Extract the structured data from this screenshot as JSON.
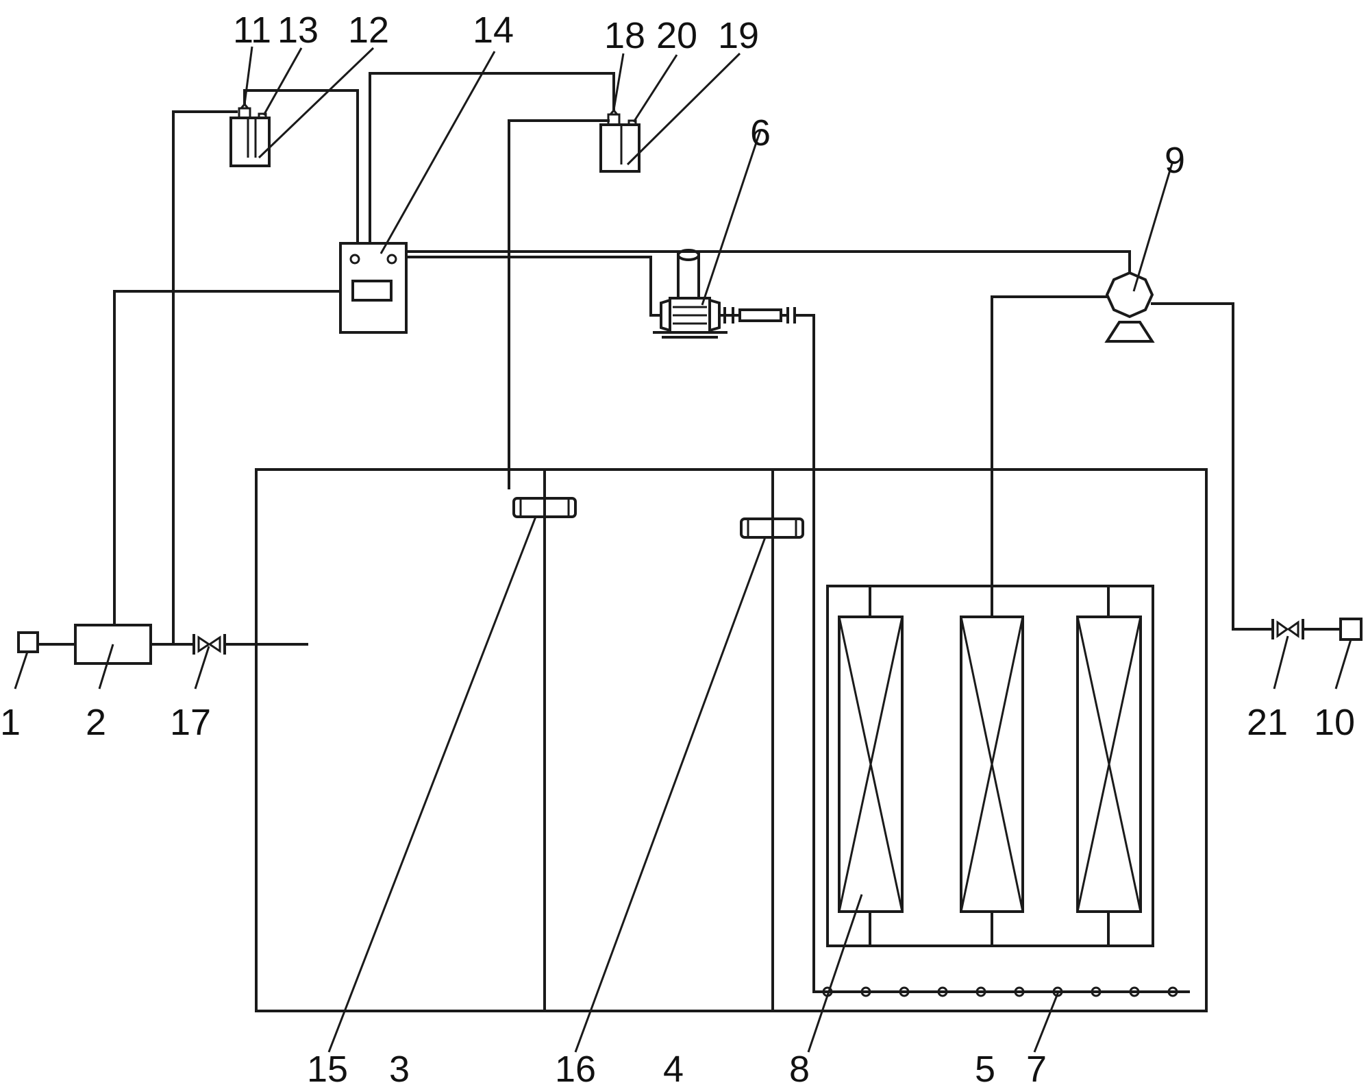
{
  "labels": {
    "l1": "1",
    "l2": "2",
    "l3": "3",
    "l4": "4",
    "l5": "5",
    "l6": "6",
    "l7": "7",
    "l8": "8",
    "l9": "9",
    "l10": "10",
    "l11": "11",
    "l12": "12",
    "l13": "13",
    "l14": "14",
    "l15": "15",
    "l16": "16",
    "l17": "17",
    "l18": "18",
    "l19": "19",
    "l20": "20",
    "l21": "21"
  },
  "colors": {
    "line": "#1a1a1a",
    "background": "#ffffff"
  }
}
